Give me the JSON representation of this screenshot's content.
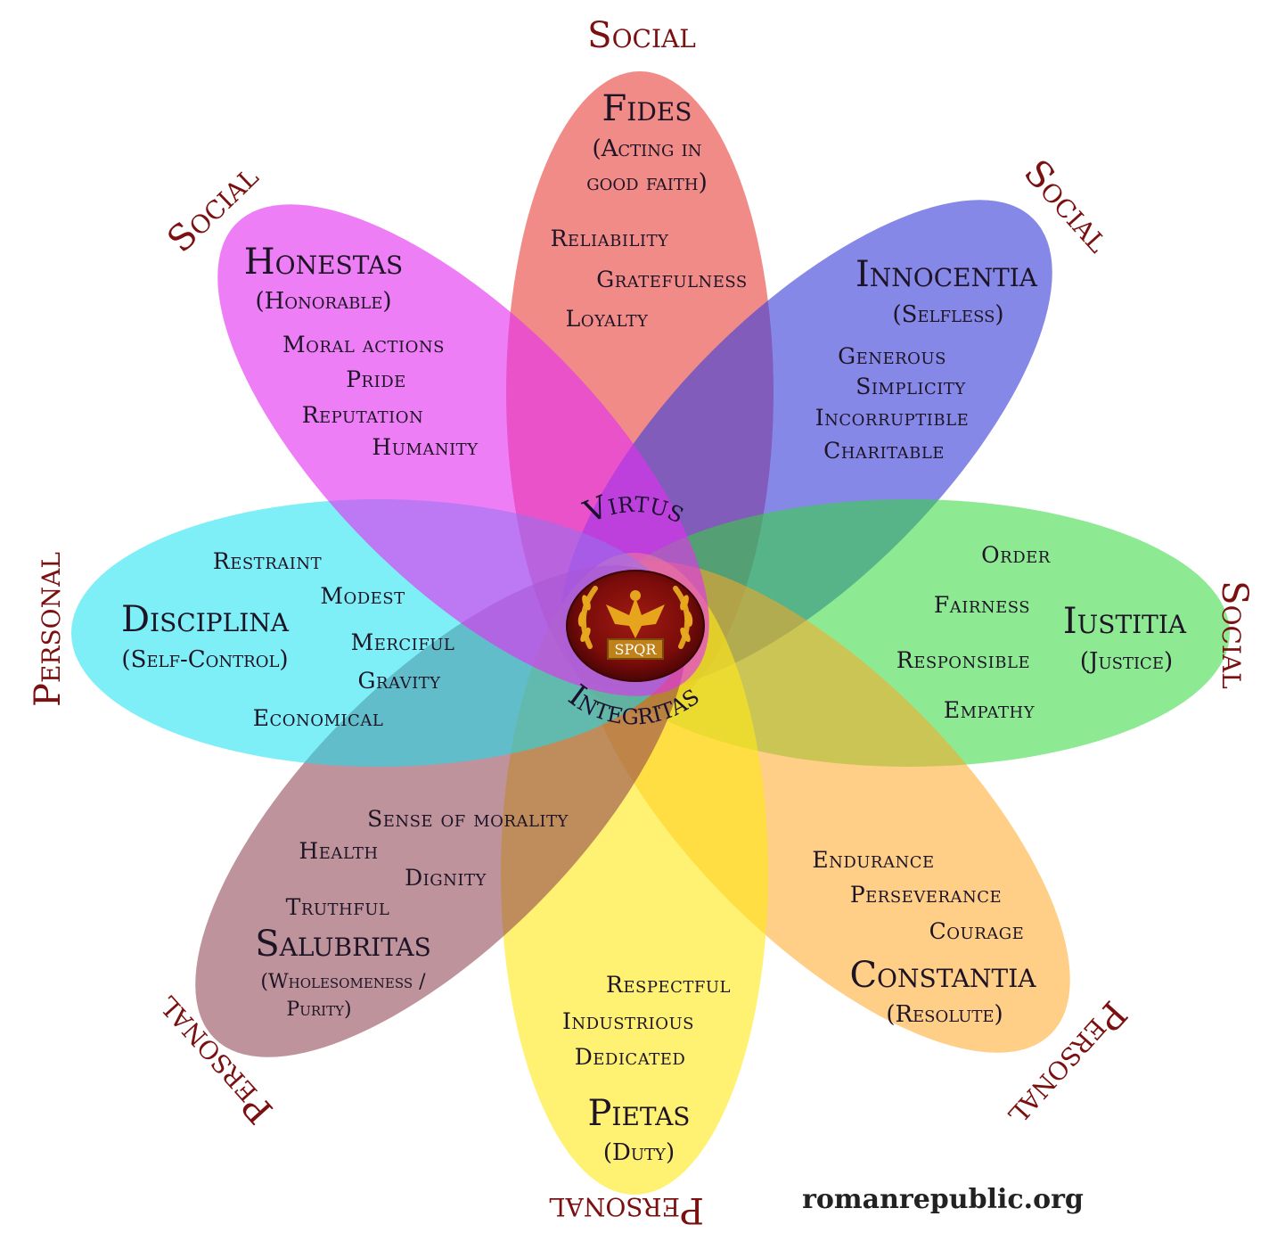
{
  "categories": {
    "social": "Social",
    "personal": "Personal"
  },
  "center": {
    "top_word": "Virtus",
    "bottom_word": "Integritas",
    "emblem_text": "SPQR"
  },
  "virtues": {
    "fides": {
      "name": "Fides",
      "sub1": "(Acting in",
      "sub2": "good faith)",
      "traits": [
        "Reliability",
        "Gratefulness",
        "Loyalty"
      ],
      "color": "#e8433f"
    },
    "innocentia": {
      "name": "Innocentia",
      "sub1": "(Selfless)",
      "traits": [
        "Generous",
        "Simplicity",
        "Incorruptible",
        "Charitable"
      ],
      "color": "#3b3fd9"
    },
    "iustitia": {
      "name": "Iustitia",
      "sub1": "(Justice)",
      "traits": [
        "Order",
        "Fairness",
        "Responsible",
        "Empathy"
      ],
      "color": "#2fd93a"
    },
    "constantia": {
      "name": "Constantia",
      "sub1": "(Resolute)",
      "traits": [
        "Endurance",
        "Perseverance",
        "Courage"
      ],
      "color": "#ffa625"
    },
    "pietas": {
      "name": "Pietas",
      "sub1": "(Duty)",
      "traits": [
        "Respectful",
        "Industrious",
        "Dedicated"
      ],
      "color": "#ffe81a"
    },
    "salubritas": {
      "name": "Salubritas",
      "sub1": "(Wholesomeness /",
      "sub2": "Purity)",
      "traits": [
        "Sense of morality",
        "Health",
        "Dignity",
        "Truthful"
      ],
      "color": "#8a3a4a"
    },
    "disciplina": {
      "name": "Disciplina",
      "sub1": "(Self-Control)",
      "traits": [
        "Restraint",
        "Modest",
        "Merciful",
        "Gravity",
        "Economical"
      ],
      "color": "#14e0f0"
    },
    "honestas": {
      "name": "Honestas",
      "sub1": "(Honorable)",
      "traits": [
        "Moral actions",
        "Pride",
        "Reputation",
        "Humanity"
      ],
      "color": "#e42ef0"
    }
  },
  "credit": "romanrepublic.org"
}
